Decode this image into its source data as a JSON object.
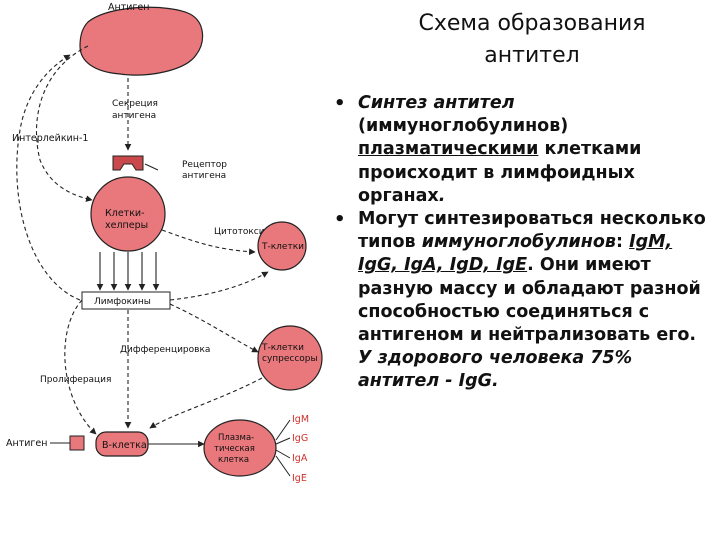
{
  "diagram": {
    "antigen_top": "Антиген",
    "secretion": "Секреция",
    "secretion2": "антигена",
    "interleukin": "Интерлейкин-1",
    "receptor": "Рецептор",
    "receptor2": "антигена",
    "helpers": "Клетки-",
    "helpers2": "хелперы",
    "cytotoxic": "Цитотоксические",
    "tcells": "Т-клетки",
    "lymphokines": "Лимфокины",
    "differentiation": "Дифференцировка",
    "suppressor": "Т-клетки",
    "suppressor2": "супрессоры",
    "proliferation": "Пролиферация",
    "antigen_bottom": "Антиген",
    "bcell": "В-клетка",
    "plasma1": "Плазма-",
    "plasma2": "тическая",
    "plasma3": "клетка",
    "igs": [
      "IgM",
      "IgG",
      "IgA",
      "IgE"
    ],
    "cell_color": "#e8787c",
    "ig_color": "#d0302a"
  },
  "slide": {
    "title_line1": "Схема образования",
    "title_line2": "антител",
    "b1_part1": "Синтез антител",
    "b1_part2": " (иммуноглобулинов) ",
    "b1_part3": "плазматическими",
    "b1_part4": " клетками происходит в лимфоидных органах",
    "b1_part5": ".",
    "b2_part1": "Могут синтезироваться несколько типов ",
    "b2_part2": "иммуноглобулинов",
    "b2_part3": ": ",
    "b2_part4": "IgM, IgG, IgA, IgD, IgE",
    "b2_part5": ". Они имеют разную массу и обладают разной способностью соединяться с антигеном и нейтрализовать его. ",
    "b2_part6": "У здорового человека 75% антител - IgG."
  }
}
